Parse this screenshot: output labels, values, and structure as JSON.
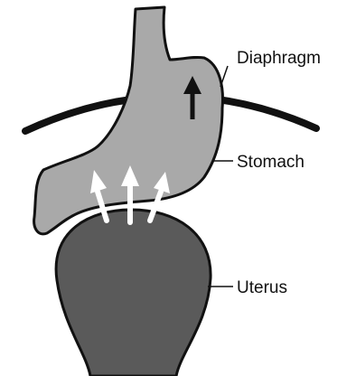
{
  "labels": {
    "diaphragm": "Diaphragm",
    "stomach": "Stomach",
    "uterus": "Uterus"
  },
  "colors": {
    "background": "#ffffff",
    "outline": "#111111",
    "stomach_fill": "#a9a9a9",
    "uterus_fill": "#5a5a5a",
    "pressure_arrows": "#ffffff",
    "herniation_arrow": "#111111"
  },
  "arrows": {
    "pressure_count": 3,
    "herniation_direction": "up"
  }
}
